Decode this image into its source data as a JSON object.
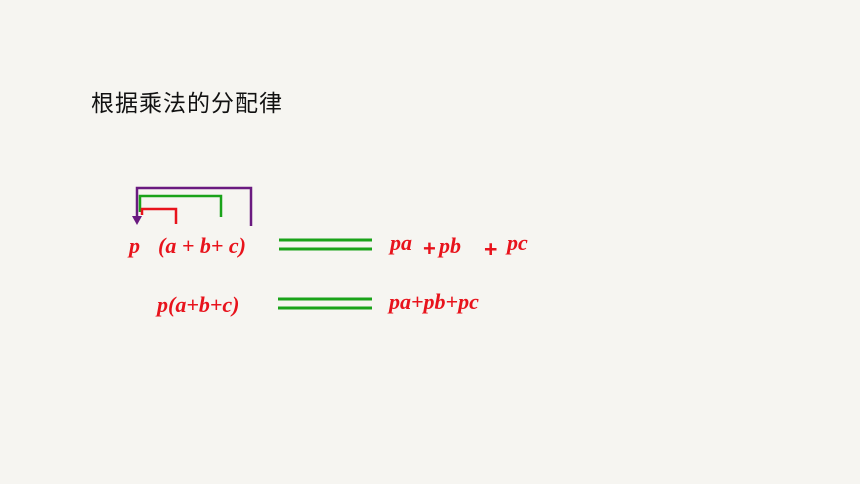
{
  "heading": "根据乘法的分配律",
  "row1": {
    "p": "p",
    "group": "(a + b+ c)",
    "pa": "pa",
    "plus1": "+",
    "pb": "pb",
    "plus2": "+",
    "pc": "pc"
  },
  "row2": {
    "left": "p(a+b+c)",
    "right": "pa+pb+pc"
  },
  "colors": {
    "text": "#e8131c",
    "equals": "#1aa31a",
    "bracket_red": "#e8131c",
    "bracket_green": "#1aa31a",
    "bracket_purple": "#6a1a80"
  }
}
